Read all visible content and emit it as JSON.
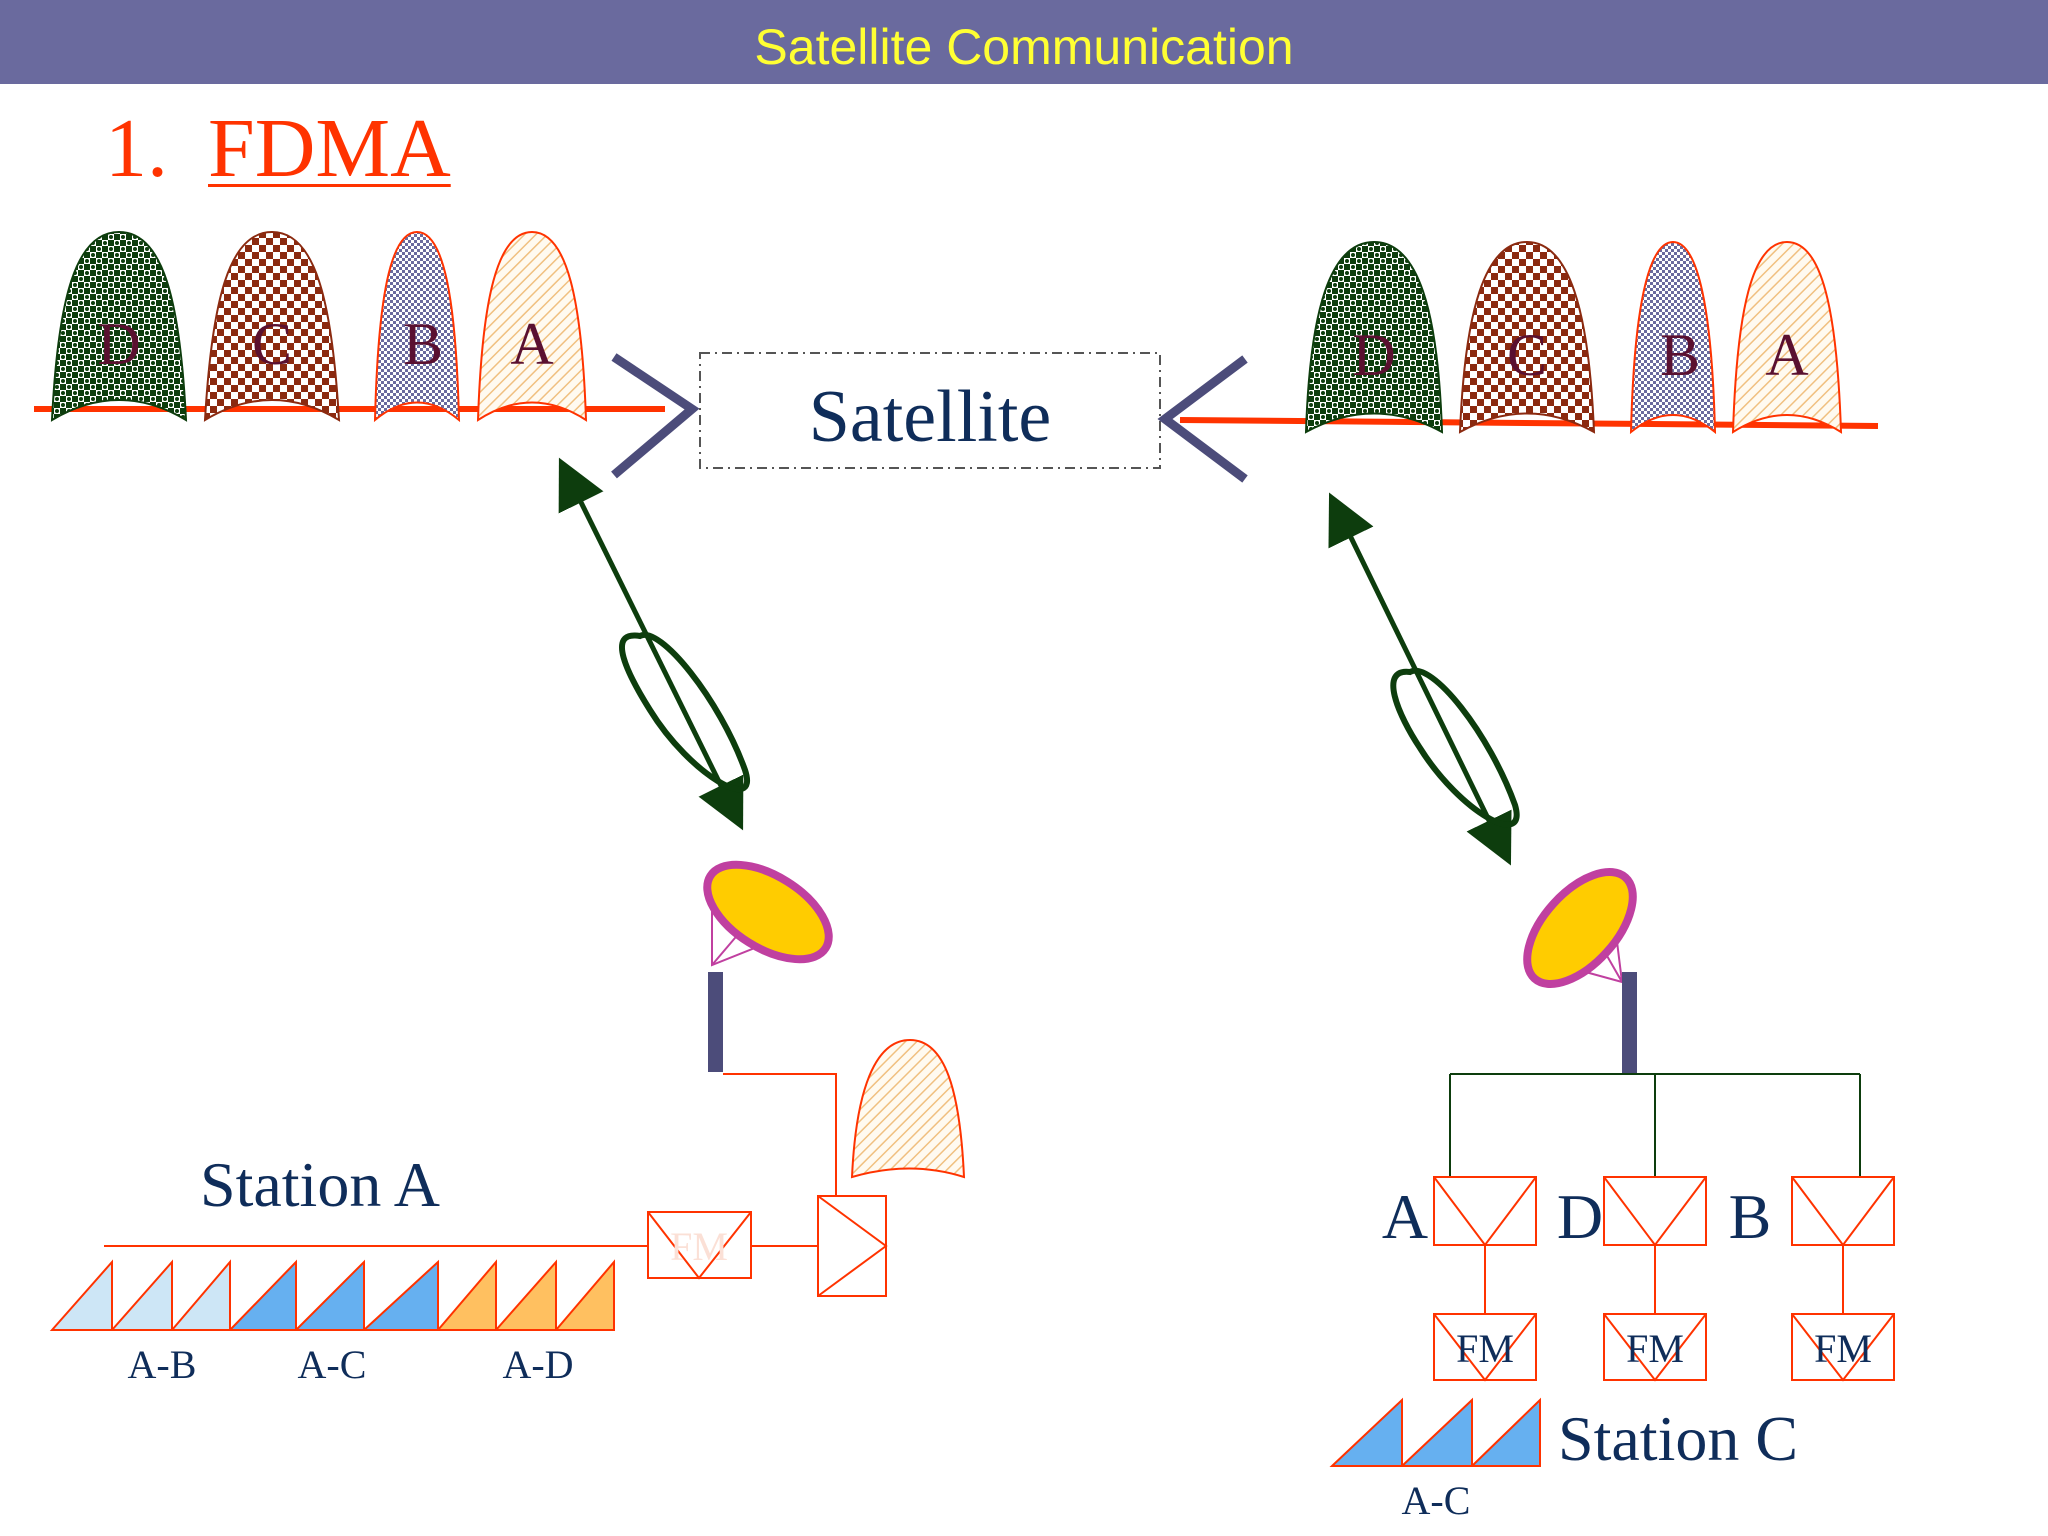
{
  "header": {
    "title": "Satellite Communication"
  },
  "slide": {
    "number": "1.",
    "title": "FDMA"
  },
  "satellite": {
    "label": "Satellite"
  },
  "uplink_spectrum": {
    "bands": [
      "D",
      "C",
      "B",
      "A"
    ]
  },
  "downlink_spectrum": {
    "bands": [
      "D",
      "C",
      "B",
      "A"
    ]
  },
  "station_a": {
    "label": "Station A",
    "modulator_label": "FM",
    "channel_labels": [
      "A-B",
      "A-C",
      "A-D"
    ]
  },
  "station_c": {
    "label": "Station C",
    "branch_labels": [
      "A",
      "D",
      "B"
    ],
    "demodulator_labels": [
      "FM",
      "FM",
      "FM"
    ],
    "channel_label": "A-C"
  },
  "colors": {
    "header_bg": "#6a6a9e",
    "header_text": "#ffff33",
    "title": "#ff3300",
    "spectrum_axis": "#ff3300",
    "band_d": "#0d3d0d",
    "band_c": "#8b2a10",
    "band_b": "#6a6a9e",
    "band_a": "#f0c080",
    "dish": "#ffcc00",
    "dish_rim": "#c040a0",
    "label_navy": "#0f2d5a",
    "light_blue": "#cde6f6",
    "mid_blue": "#66b0f0",
    "orange": "#ffc060"
  }
}
